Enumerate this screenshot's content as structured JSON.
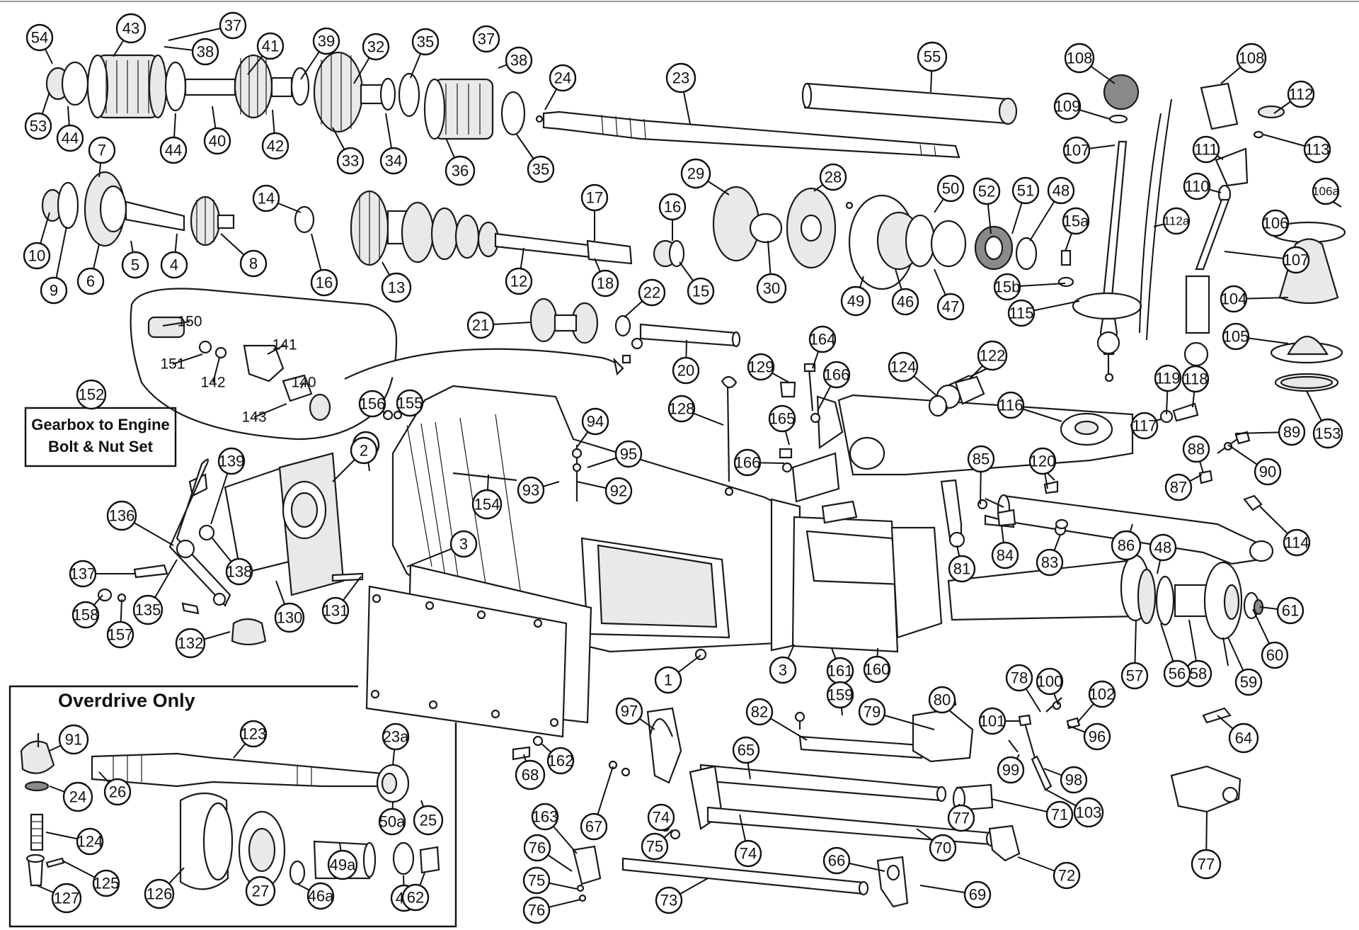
{
  "labels": {
    "bolt_set_line1": "Gearbox to Engine",
    "bolt_set_line2": "Bolt & Nut Set",
    "overdrive_title": "Overdrive Only"
  },
  "callouts": [
    "54",
    "43",
    "37",
    "38",
    "41",
    "39",
    "32",
    "35",
    "37",
    "38",
    "24",
    "23",
    "55",
    "108",
    "109",
    "108",
    "112",
    "113",
    "111",
    "110",
    "106a",
    "106",
    "107",
    "112a",
    "107",
    "104",
    "105",
    "153",
    "53",
    "44",
    "44",
    "40",
    "42",
    "33",
    "34",
    "36",
    "35",
    "7",
    "10",
    "9",
    "6",
    "5",
    "4",
    "8",
    "14",
    "16",
    "13",
    "17",
    "12",
    "18",
    "16",
    "15",
    "29",
    "28",
    "30",
    "50",
    "52",
    "51",
    "48",
    "15a",
    "15b",
    "115",
    "49",
    "46",
    "47",
    "21",
    "22",
    "20",
    "150",
    "151",
    "142",
    "141",
    "140",
    "143",
    "152",
    "156",
    "155",
    "164",
    "129",
    "166",
    "165",
    "166",
    "124",
    "122",
    "116",
    "117",
    "119",
    "118",
    "128",
    "94",
    "95",
    "92",
    "93",
    "154",
    "3",
    "2",
    "139",
    "136",
    "137",
    "138",
    "135",
    "130",
    "131",
    "158",
    "157",
    "132",
    "3",
    "85",
    "120",
    "81",
    "84",
    "83",
    "86",
    "48",
    "114",
    "88",
    "89",
    "87",
    "90",
    "61",
    "60",
    "59",
    "58",
    "56",
    "57",
    "64",
    "1",
    "3",
    "161",
    "160",
    "159",
    "80",
    "82",
    "79",
    "78",
    "100",
    "102",
    "101",
    "96",
    "99",
    "98",
    "103",
    "97",
    "65",
    "68",
    "162",
    "163",
    "67",
    "74",
    "76",
    "75",
    "75",
    "76",
    "74",
    "66",
    "73",
    "70",
    "69",
    "77",
    "71",
    "72",
    "77",
    "91",
    "123",
    "23a",
    "26",
    "24",
    "124",
    "125",
    "127",
    "126",
    "49a",
    "50a",
    "25",
    "27",
    "46a",
    "48",
    "62",
    "63"
  ]
}
